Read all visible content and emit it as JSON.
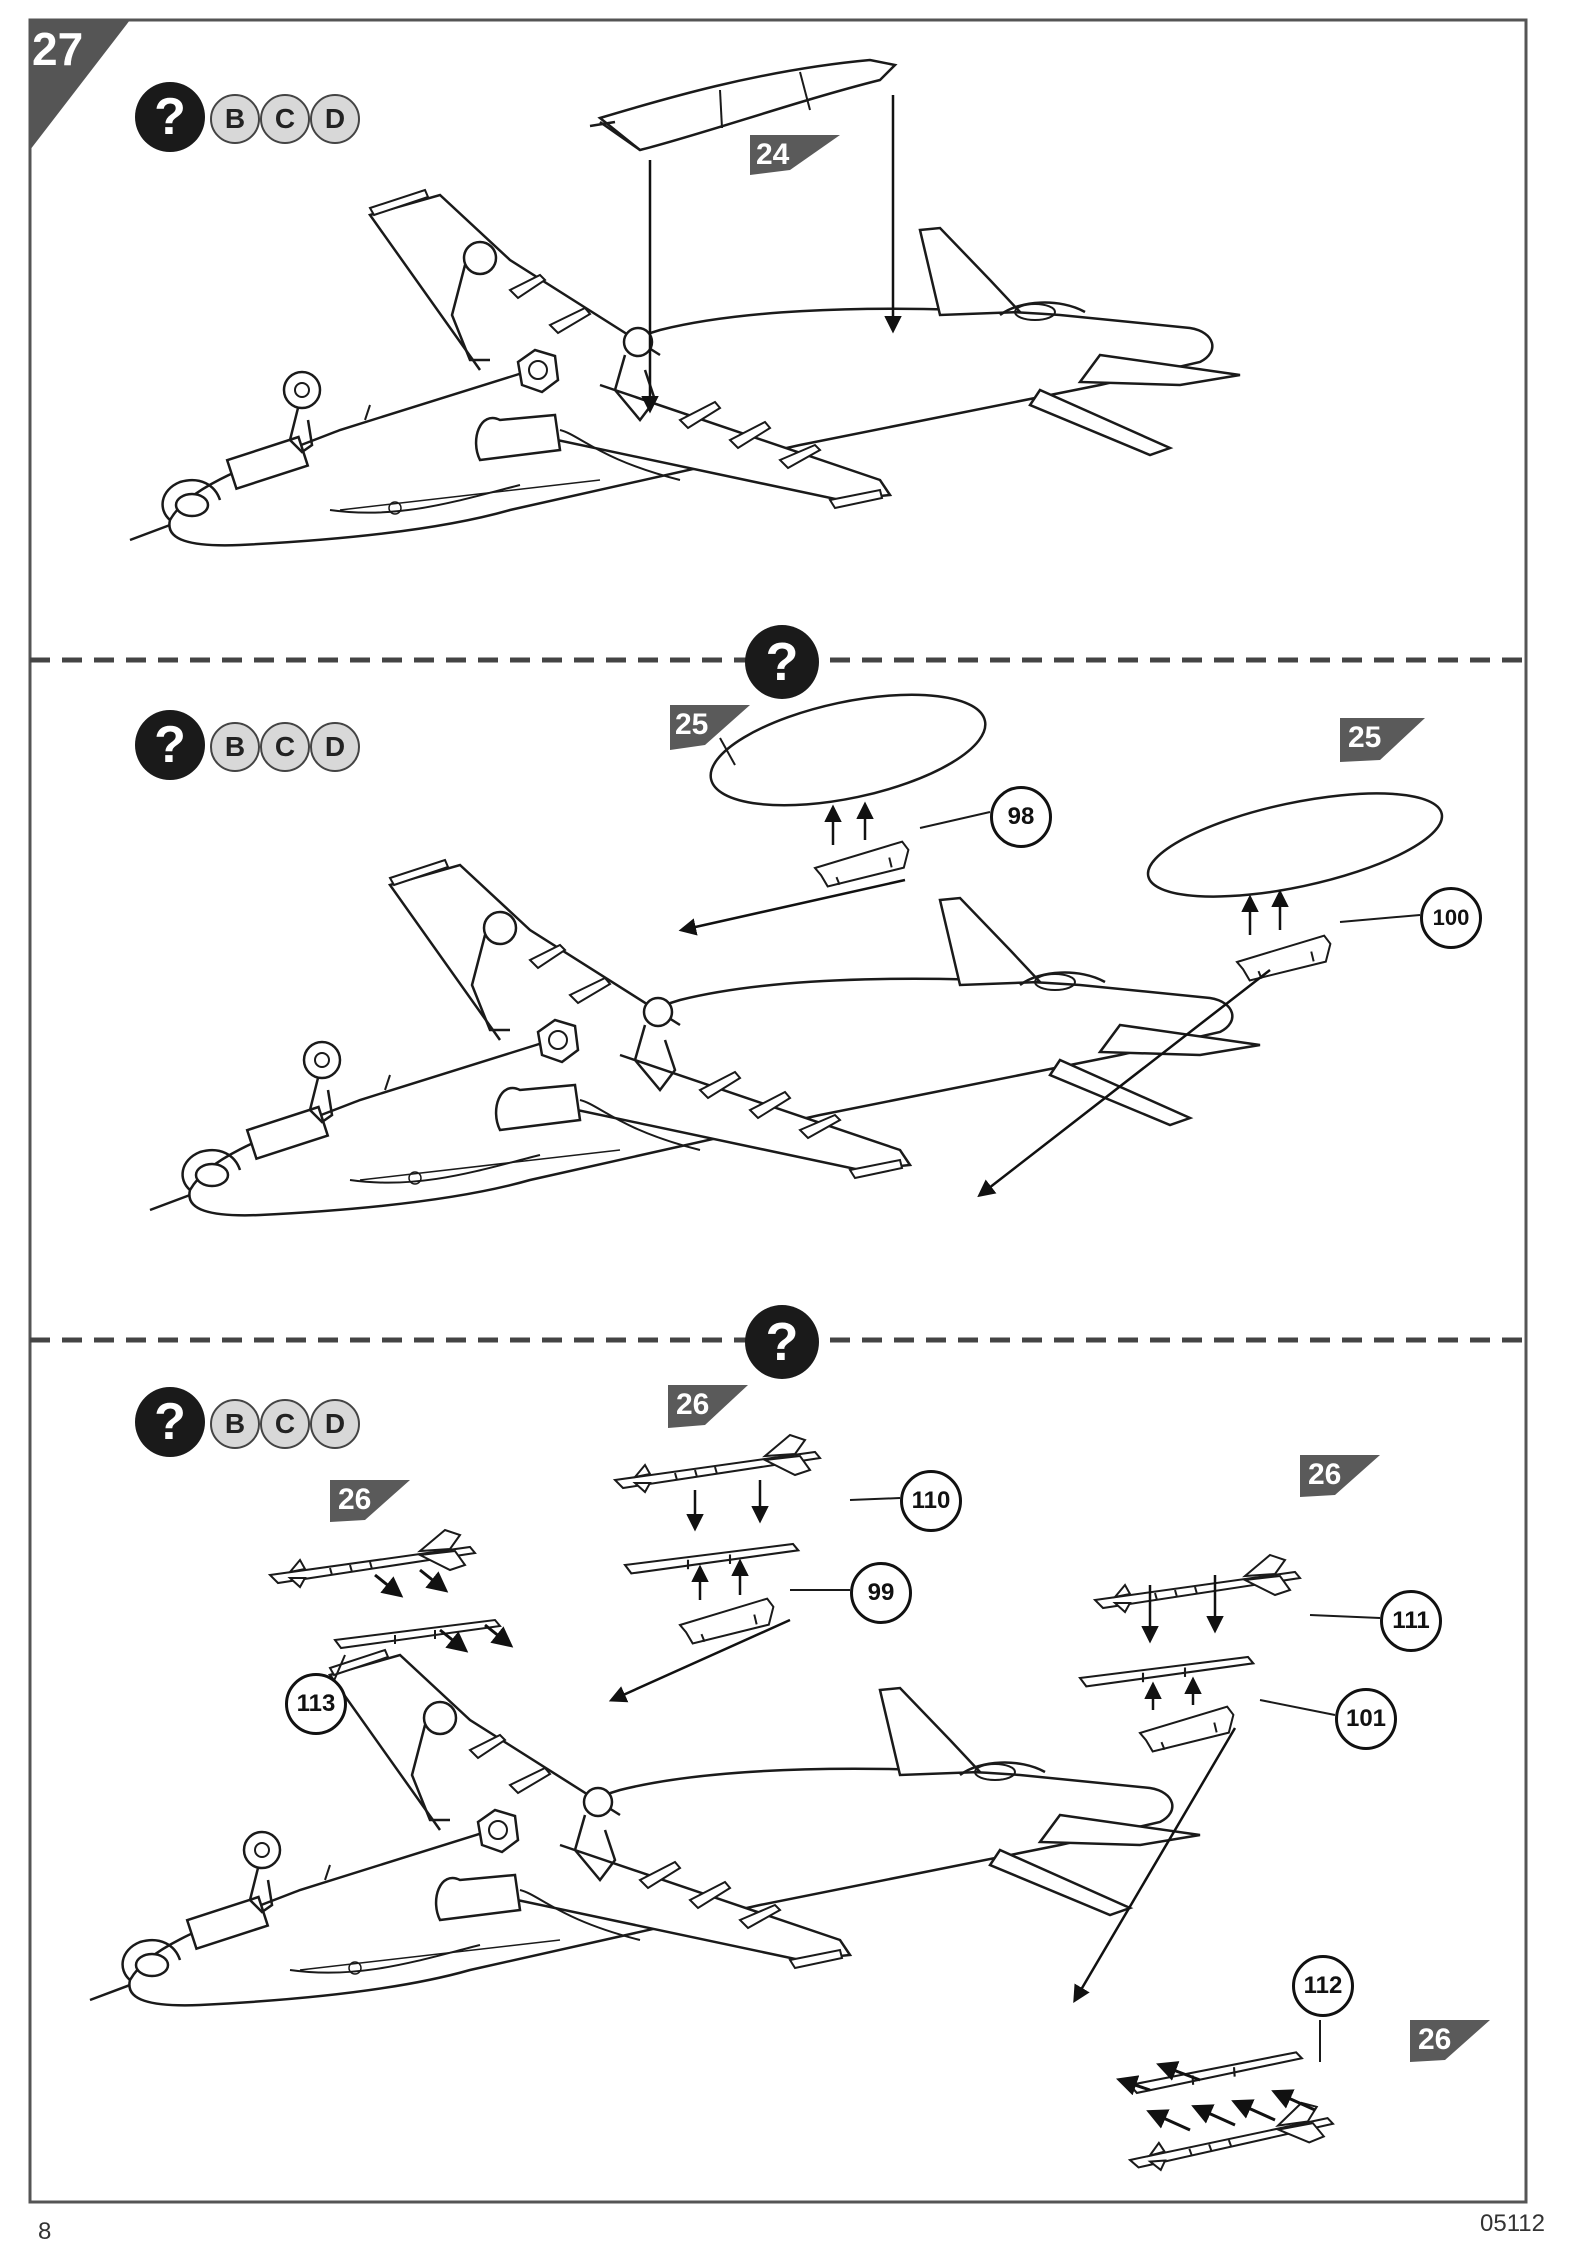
{
  "step": "27",
  "variants": [
    "B",
    "C",
    "D"
  ],
  "optional_mark": "?",
  "panels": [
    {
      "id": "top",
      "callouts": [
        "24"
      ]
    },
    {
      "id": "middle",
      "callouts": [
        "25",
        "98",
        "25",
        "100"
      ]
    },
    {
      "id": "bottom",
      "callouts": [
        "26",
        "26",
        "110",
        "99",
        "113",
        "26",
        "111",
        "101",
        "112",
        "26"
      ]
    }
  ],
  "footer": {
    "page_number": "8",
    "kit_number": "05112"
  }
}
